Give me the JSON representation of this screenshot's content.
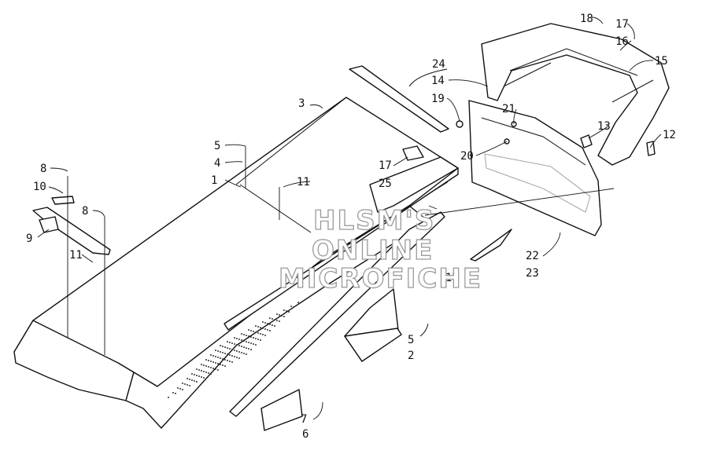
{
  "watermark": {
    "line1": "HLSM'S",
    "line2": "ONLINE",
    "line3": "MICROFICHE"
  },
  "callouts": [
    {
      "id": "c1",
      "label": "1"
    },
    {
      "id": "c2",
      "label": "2"
    },
    {
      "id": "c3",
      "label": "3"
    },
    {
      "id": "c4",
      "label": "4"
    },
    {
      "id": "c5a",
      "label": "5"
    },
    {
      "id": "c5b",
      "label": "5"
    },
    {
      "id": "c6",
      "label": "6"
    },
    {
      "id": "c7",
      "label": "7"
    },
    {
      "id": "c8a",
      "label": "8"
    },
    {
      "id": "c8b",
      "label": "8"
    },
    {
      "id": "c9",
      "label": "9"
    },
    {
      "id": "c10",
      "label": "10"
    },
    {
      "id": "c11a",
      "label": "11"
    },
    {
      "id": "c11b",
      "label": "11"
    },
    {
      "id": "c12",
      "label": "12"
    },
    {
      "id": "c13",
      "label": "13"
    },
    {
      "id": "c14",
      "label": "14"
    },
    {
      "id": "c15",
      "label": "15"
    },
    {
      "id": "c16",
      "label": "16"
    },
    {
      "id": "c17a",
      "label": "17"
    },
    {
      "id": "c17b",
      "label": "17"
    },
    {
      "id": "c17c",
      "label": "17"
    },
    {
      "id": "c18",
      "label": "18"
    },
    {
      "id": "c19",
      "label": "19"
    },
    {
      "id": "c20",
      "label": "20"
    },
    {
      "id": "c21",
      "label": "21"
    },
    {
      "id": "c22",
      "label": "22"
    },
    {
      "id": "c23",
      "label": "23"
    },
    {
      "id": "c24",
      "label": "24"
    },
    {
      "id": "c25",
      "label": "25"
    }
  ]
}
